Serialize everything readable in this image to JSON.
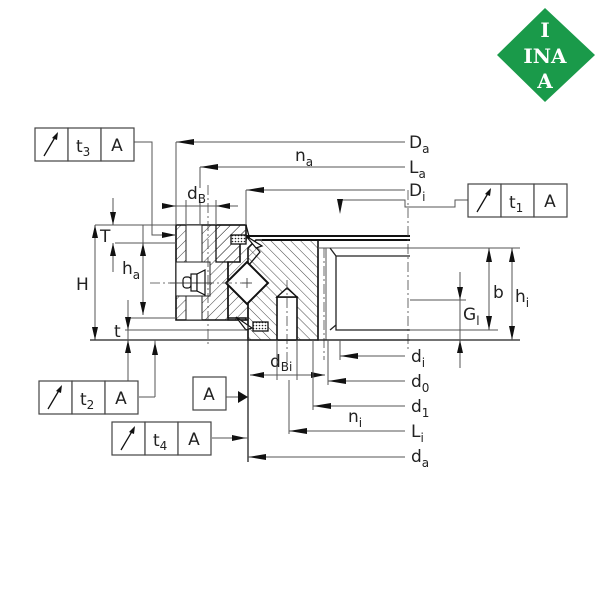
{
  "logo": {
    "brand": "INA",
    "letters_top": "I",
    "letters_middle": "INA",
    "letters_bottom": "A",
    "color": "#1a9a4a"
  },
  "tolerance_frames": [
    {
      "id": "t3",
      "symbol": "circular-runout-arrow",
      "tol": "t",
      "tol_sub": "3",
      "datum": "A"
    },
    {
      "id": "t1",
      "symbol": "circular-runout-arrow",
      "tol": "t",
      "tol_sub": "1",
      "datum": "A"
    },
    {
      "id": "t2",
      "symbol": "circular-runout-arrow",
      "tol": "t",
      "tol_sub": "2",
      "datum": "A"
    },
    {
      "id": "t4",
      "symbol": "circular-runout-arrow",
      "tol": "t",
      "tol_sub": "4",
      "datum": "A"
    }
  ],
  "datum": {
    "label": "A"
  },
  "dimensions": {
    "Da": {
      "base": "D",
      "sub": "a"
    },
    "na": {
      "base": "n",
      "sub": "a"
    },
    "La": {
      "base": "L",
      "sub": "a"
    },
    "Di": {
      "base": "D",
      "sub": "i"
    },
    "dB": {
      "base": "d",
      "sub": "B"
    },
    "T": {
      "base": "T",
      "sub": ""
    },
    "H": {
      "base": "H",
      "sub": ""
    },
    "ha": {
      "base": "h",
      "sub": "a"
    },
    "t": {
      "base": "t",
      "sub": ""
    },
    "b": {
      "base": "b",
      "sub": ""
    },
    "hi": {
      "base": "h",
      "sub": "i"
    },
    "Gl": {
      "base": "G",
      "sub": "l"
    },
    "dBi": {
      "base": "d",
      "sub": "Bi"
    },
    "di": {
      "base": "d",
      "sub": "i"
    },
    "d0": {
      "base": "d",
      "sub": "0"
    },
    "d1": {
      "base": "d",
      "sub": "1"
    },
    "ni": {
      "base": "n",
      "sub": "i"
    },
    "Li": {
      "base": "L",
      "sub": "i"
    },
    "da": {
      "base": "d",
      "sub": "a"
    }
  }
}
